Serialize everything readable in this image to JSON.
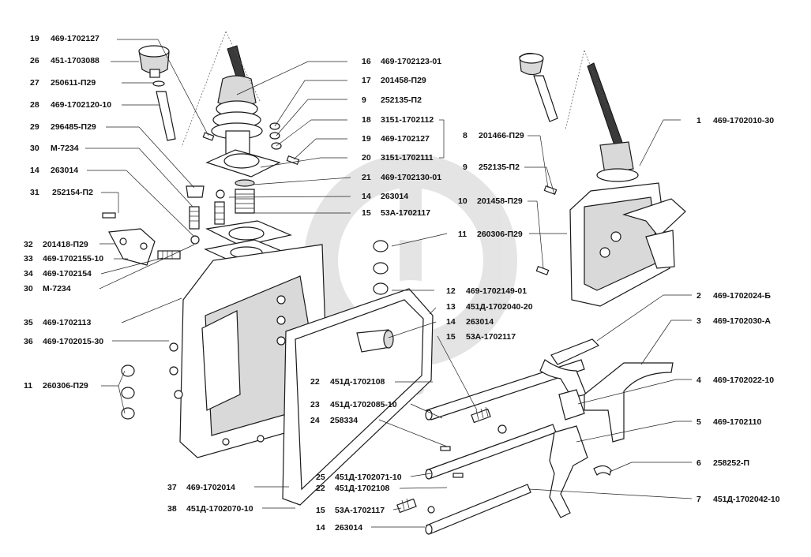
{
  "watermark": "data-parts",
  "callouts": [
    {
      "num": "19",
      "code": "469-1702127"
    },
    {
      "num": "26",
      "code": "451-1703088"
    },
    {
      "num": "27",
      "code": "250611-П29"
    },
    {
      "num": "28",
      "code": "469-1702120-10"
    },
    {
      "num": "29",
      "code": "296485-П29"
    },
    {
      "num": "30",
      "code": "М-7234"
    },
    {
      "num": "14",
      "code": "263014"
    },
    {
      "num": "31",
      "code": "252154-П2"
    },
    {
      "num": "32",
      "code": "201418-П29"
    },
    {
      "num": "33",
      "code": "469-1702155-10"
    },
    {
      "num": "34",
      "code": "469-1702154"
    },
    {
      "num": "30",
      "code": "М-7234"
    },
    {
      "num": "35",
      "code": "469-1702113"
    },
    {
      "num": "36",
      "code": "469-1702015-30"
    },
    {
      "num": "11",
      "code": "260306-П29"
    },
    {
      "num": "16",
      "code": "469-1702123-01"
    },
    {
      "num": "17",
      "code": "201458-П29"
    },
    {
      "num": "9",
      "code": "252135-П2"
    },
    {
      "num": "18",
      "code": "3151-1702112"
    },
    {
      "num": "19",
      "code": "469-1702127"
    },
    {
      "num": "20",
      "code": "3151-1702111"
    },
    {
      "num": "21",
      "code": "469-1702130-01"
    },
    {
      "num": "14",
      "code": "263014"
    },
    {
      "num": "15",
      "code": "53А-1702117"
    },
    {
      "num": "11",
      "code": "260306-П29"
    },
    {
      "num": "12",
      "code": "469-1702149-01"
    },
    {
      "num": "13",
      "code": "451Д-1702040-20"
    },
    {
      "num": "14",
      "code": "263014"
    },
    {
      "num": "15",
      "code": "53А-1702117"
    },
    {
      "num": "22",
      "code": "451Д-1702108"
    },
    {
      "num": "23",
      "code": "451Д-1702085-10"
    },
    {
      "num": "24",
      "code": "258334"
    },
    {
      "num": "25",
      "code": "451Д-1702071-10"
    },
    {
      "num": "22",
      "code": "451Д-1702108"
    },
    {
      "num": "37",
      "code": "469-1702014"
    },
    {
      "num": "38",
      "code": "451Д-1702070-10"
    },
    {
      "num": "15",
      "code": "53А-1702117"
    },
    {
      "num": "14",
      "code": "263014"
    },
    {
      "num": "1",
      "code": "469-1702010-30"
    },
    {
      "num": "8",
      "code": "201466-П29"
    },
    {
      "num": "9",
      "code": "252135-П2"
    },
    {
      "num": "10",
      "code": "201458-П29"
    },
    {
      "num": "2",
      "code": "469-1702024-Б"
    },
    {
      "num": "3",
      "code": "469-1702030-А"
    },
    {
      "num": "4",
      "code": "469-1702022-10"
    },
    {
      "num": "5",
      "code": "469-1702110"
    },
    {
      "num": "6",
      "code": "258252-П"
    },
    {
      "num": "7",
      "code": "451Д-1702042-10"
    }
  ]
}
